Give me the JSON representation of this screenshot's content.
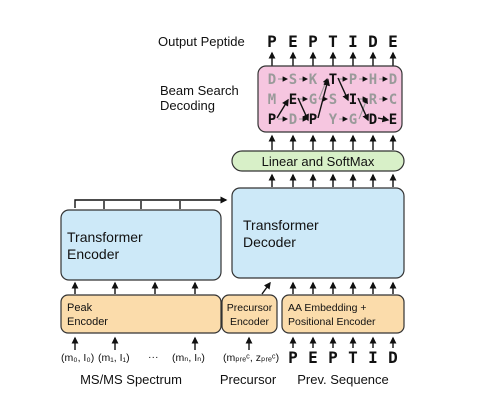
{
  "labels": {
    "output_peptide": "Output Peptide",
    "beam_search_line1": "Beam Search",
    "beam_search_line2": "Decoding",
    "linear_softmax": "Linear and SoftMax",
    "transformer_encoder_line1": "Transformer",
    "transformer_encoder_line2": "Encoder",
    "transformer_decoder_line1": "Transformer",
    "transformer_decoder_line2": "Decoder",
    "peak_encoder_line1": "Peak",
    "peak_encoder_line2": "Encoder",
    "precursor_encoder_line1": "Precursor",
    "precursor_encoder_line2": "Encoder",
    "aa_embedding_line1": "AA Embedding +",
    "aa_embedding_line2": "Positional Encoder",
    "ms_spectrum": "MS/MS Spectrum",
    "precursor": "Precursor",
    "prev_sequence": "Prev. Sequence"
  },
  "output_peptide": [
    "P",
    "E",
    "P",
    "T",
    "I",
    "D",
    "E"
  ],
  "prev_sequence": [
    "P",
    "E",
    "P",
    "T",
    "I",
    "D"
  ],
  "beam_rows": [
    [
      "D",
      "S",
      "K",
      "T",
      "P",
      "H",
      "D"
    ],
    [
      "M",
      "E",
      "G",
      "S",
      "I",
      "R",
      "C"
    ],
    [
      "P",
      "D",
      "P",
      "Y",
      "G",
      "D",
      "E"
    ]
  ],
  "peaks": {
    "p0": "(m₀, I₀)",
    "p1": "(m₁, I₁)",
    "ellipsis": "···",
    "pn": "(mₙ, Iₙ)"
  },
  "precursor_input": "(mₚᵣₑᶜ, zₚᵣₑᶜ)",
  "colors": {
    "encoder_blue": "#cde9f8",
    "box_stroke": "#333333",
    "linear_green": "#d8f0c8",
    "beam_pink": "#f6c6e0",
    "peak_orange": "#fbdcab",
    "beam_faded": "#9a9a9a"
  }
}
